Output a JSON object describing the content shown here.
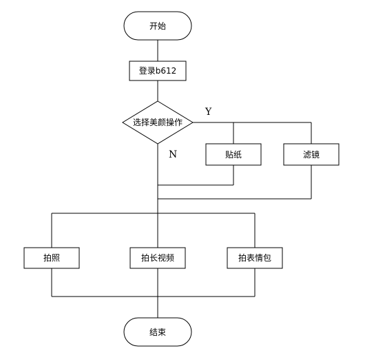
{
  "diagram": {
    "nodes": {
      "start": "开始",
      "login": "登录b612",
      "decision": "选择美颜操作",
      "sticker": "贴纸",
      "filter": "滤镜",
      "photo": "拍照",
      "long_video": "拍长视频",
      "emoji": "拍表情包",
      "end": "结束"
    },
    "branch_labels": {
      "yes": "Y",
      "no": "N"
    }
  }
}
